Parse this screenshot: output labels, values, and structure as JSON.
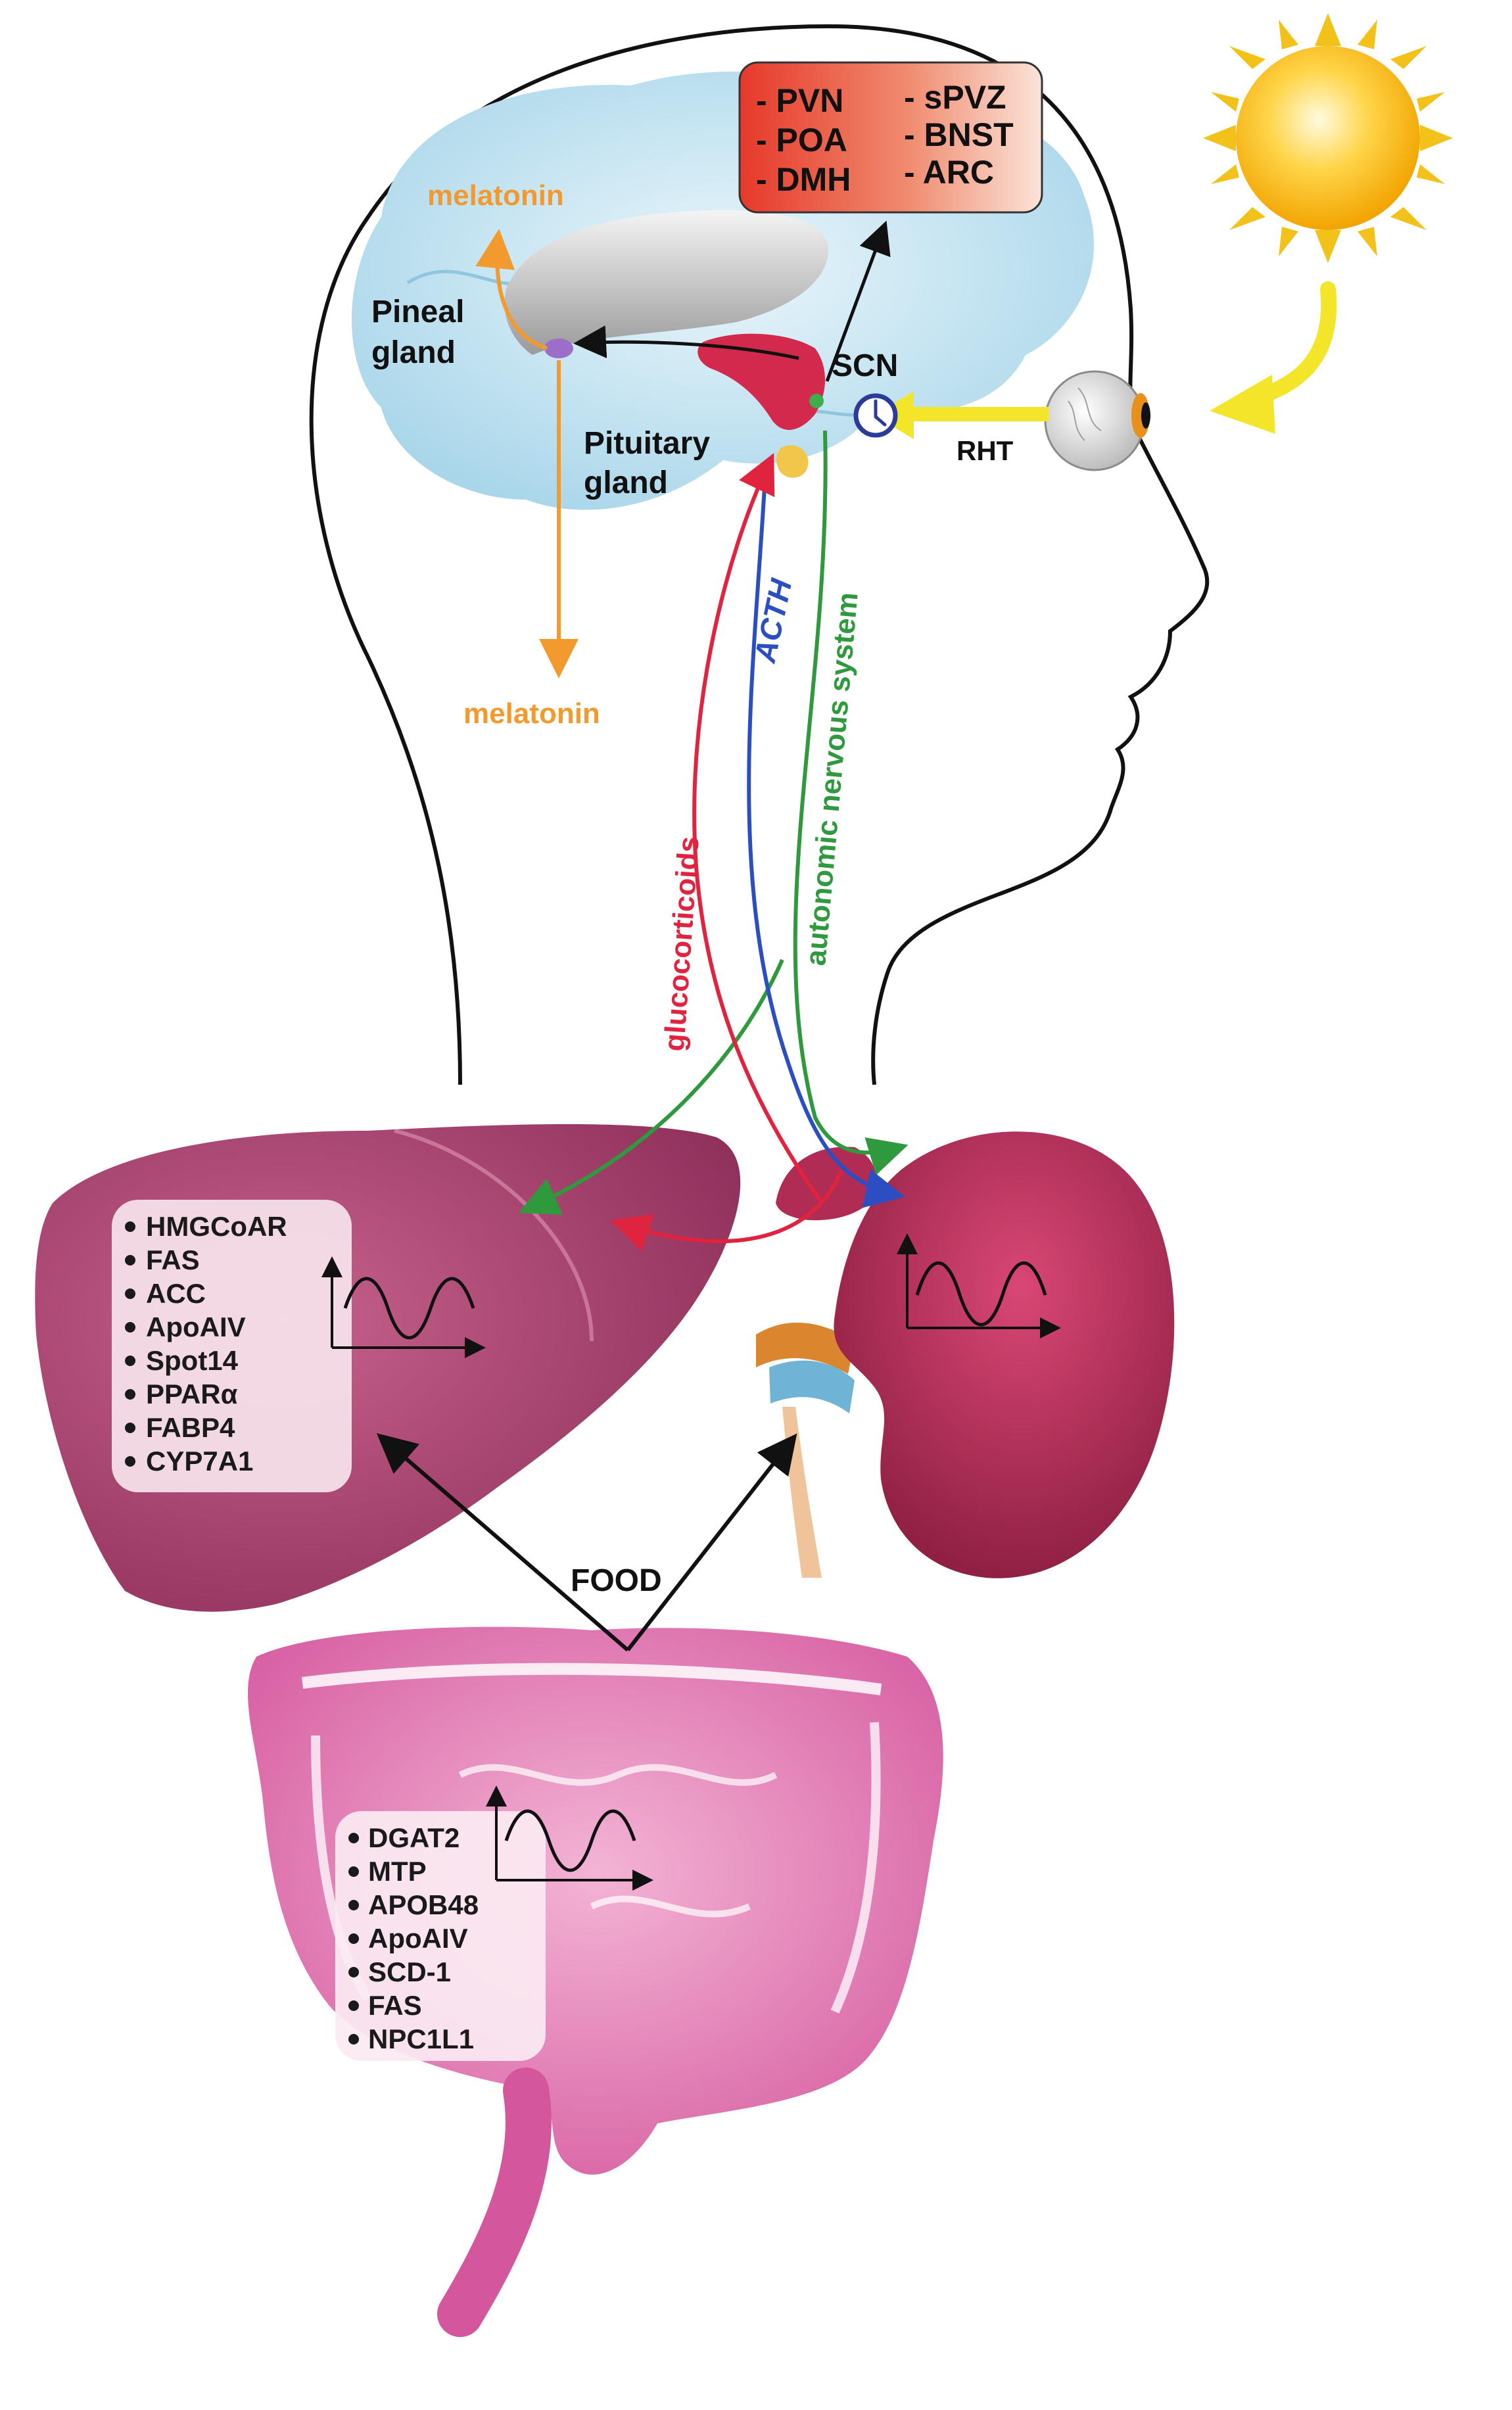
{
  "hypothalamus_nuclei": {
    "left": [
      "- PVN",
      "- POA",
      "- DMH"
    ],
    "right": [
      "- sPVZ",
      "- BNST",
      "- ARC"
    ]
  },
  "labels": {
    "melatonin_top": "melatonin",
    "melatonin_bottom": "melatonin",
    "pineal_line1": "Pineal",
    "pineal_line2": "gland",
    "pituitary_line1": "Pituitary",
    "pituitary_line2": "gland",
    "scn": "SCN",
    "rht": "RHT",
    "acth": "ACTH",
    "autonomic": "autonomic nervous system",
    "glucocorticoids": "glucocorticoids",
    "food": "FOOD"
  },
  "liver_genes": [
    "HMGCoAR",
    "FAS",
    "ACC",
    "ApoAIV",
    "Spot14",
    "PPARα",
    "FABP4",
    "CYP7A1"
  ],
  "intestine_genes": [
    "DGAT2",
    "MTP",
    "APOB48",
    "ApoAIV",
    "SCD-1",
    "FAS",
    "NPC1L1"
  ],
  "colors": {
    "melatonin": "#f39a2f",
    "autonomic": "#2f9a3d",
    "acth": "#2b4fc2",
    "glucocorticoids": "#e0243f",
    "light": "#f3e62a",
    "nuclei_box": "#e84a33"
  }
}
